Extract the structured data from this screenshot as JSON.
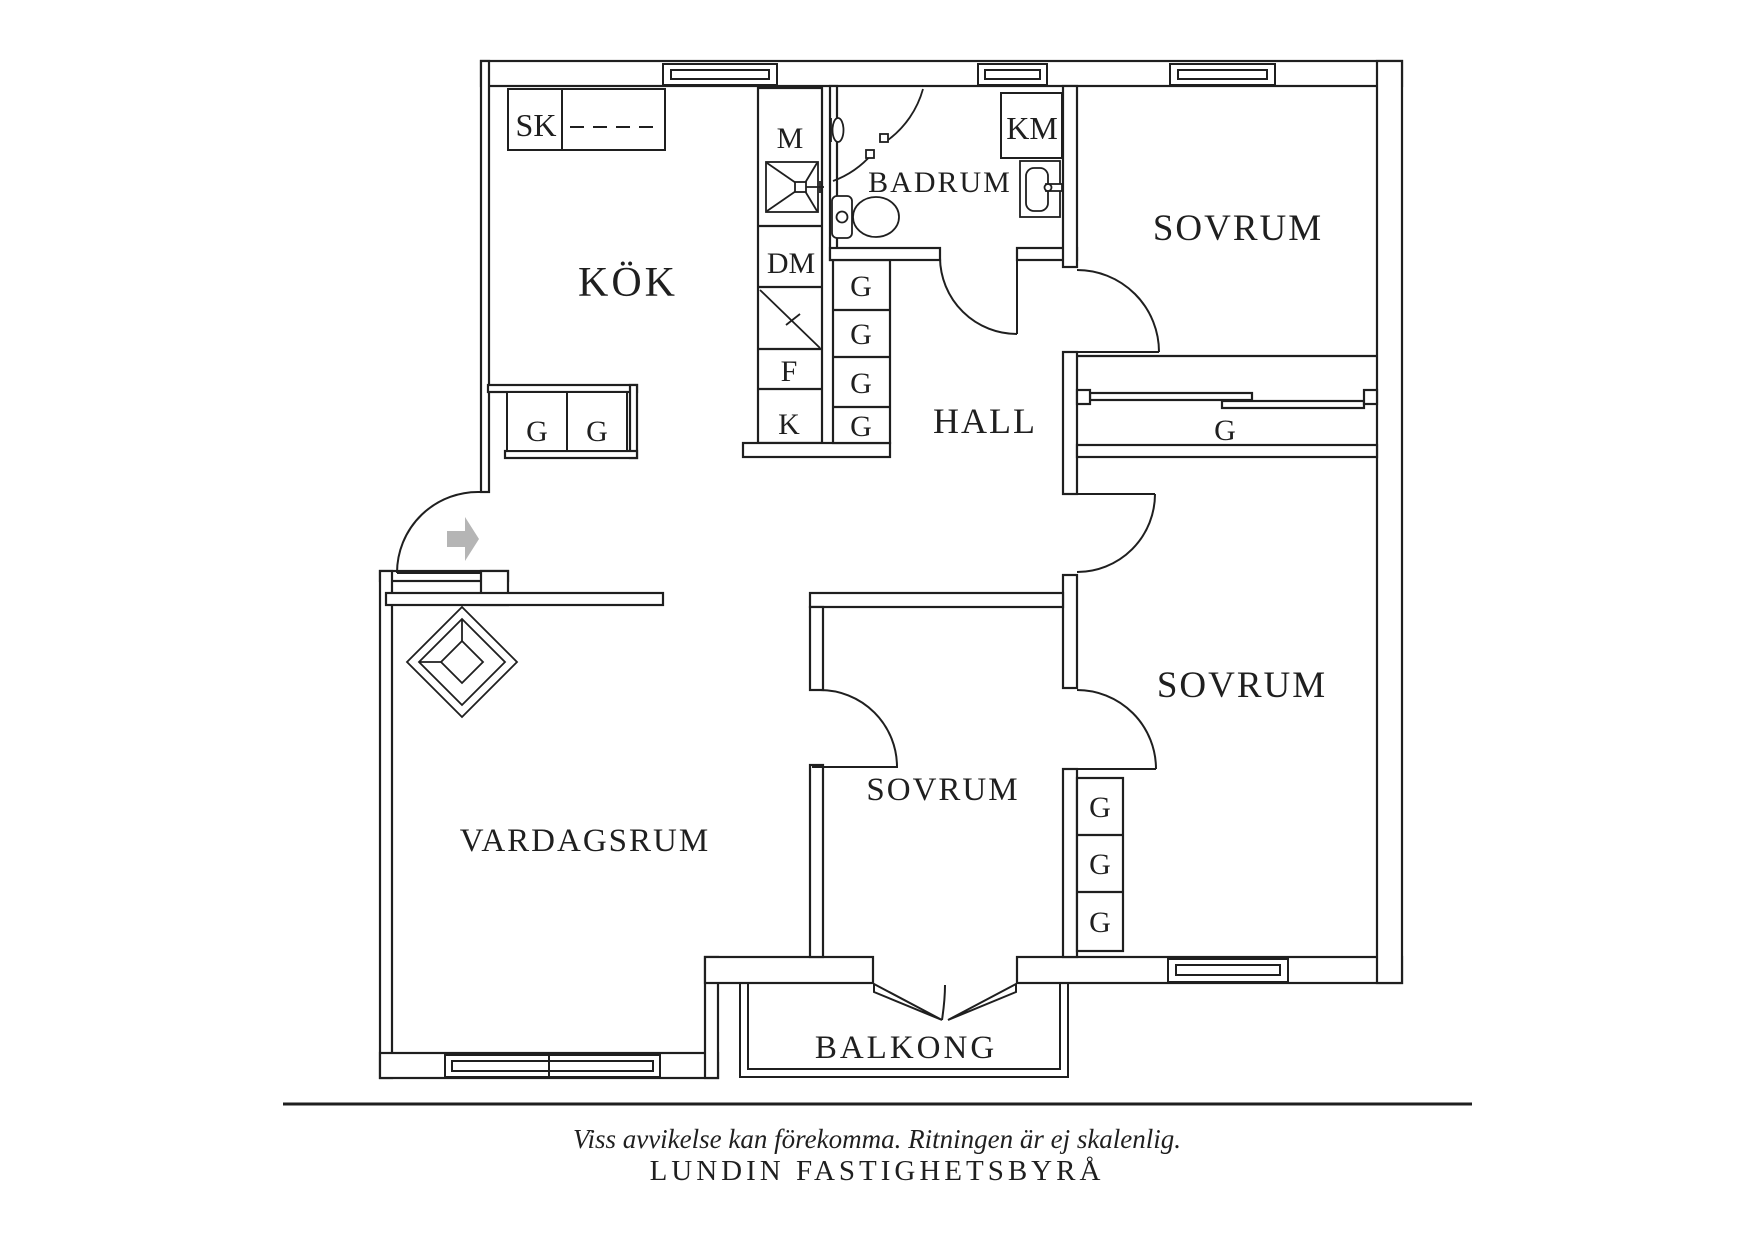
{
  "plan": {
    "rooms": {
      "kitchen": "KÖK",
      "bathroom": "BADRUM",
      "hall": "HALL",
      "bedroom_top": "SOVRUM",
      "bedroom_right": "SOVRUM",
      "bedroom_middle": "SOVRUM",
      "living_room": "VARDAGSRUM",
      "balcony": "BALKONG"
    },
    "fixtures": {
      "cleaning_cupboard": "SK",
      "microwave": "M",
      "dishwasher": "DM",
      "freezer": "F",
      "fridge": "K",
      "washing_machine": "KM"
    },
    "wardrobes": {
      "kitchen": [
        "G",
        "G"
      ],
      "hall_column": [
        "G",
        "G",
        "G",
        "G"
      ],
      "bedroom_top_closet": "G",
      "bedroom_right_column": [
        "G",
        "G",
        "G"
      ]
    },
    "footer": {
      "disclaimer": "Viss avvikelse kan förekomma. Ritningen är ej skalenlig.",
      "brand": "LUNDIN FASTIGHETSBYRÅ"
    },
    "colors": {
      "line": "#1f1f1f",
      "entry_arrow": "#b5b5b5",
      "background": "#ffffff"
    }
  }
}
